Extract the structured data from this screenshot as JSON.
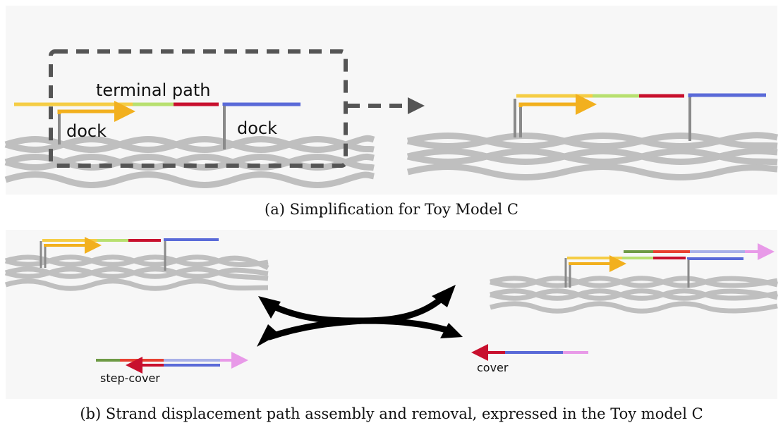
{
  "panel_a": {
    "caption": "(a) Simplification for Toy Model C",
    "label_terminal_path": "terminal path",
    "label_dock_left": "dock",
    "label_dock_right": "dock"
  },
  "panel_b": {
    "caption": "(b) Strand displacement path assembly and removal, expressed in the Toy model C",
    "label_step_cover": "step-cover",
    "label_cover": "cover"
  },
  "colors": {
    "yellow": "#f5cd45",
    "orange": "#f2b01e",
    "green": "#b8e070",
    "red": "#c8102e",
    "blue": "#5a6ad8",
    "light_blue": "#a8b0e8",
    "pink": "#e89ae8",
    "olive": "#6e9a45",
    "redorange": "#e84030",
    "grey": "#8a8a8a",
    "origami": "#bfbfbf",
    "dash": "#555555"
  }
}
